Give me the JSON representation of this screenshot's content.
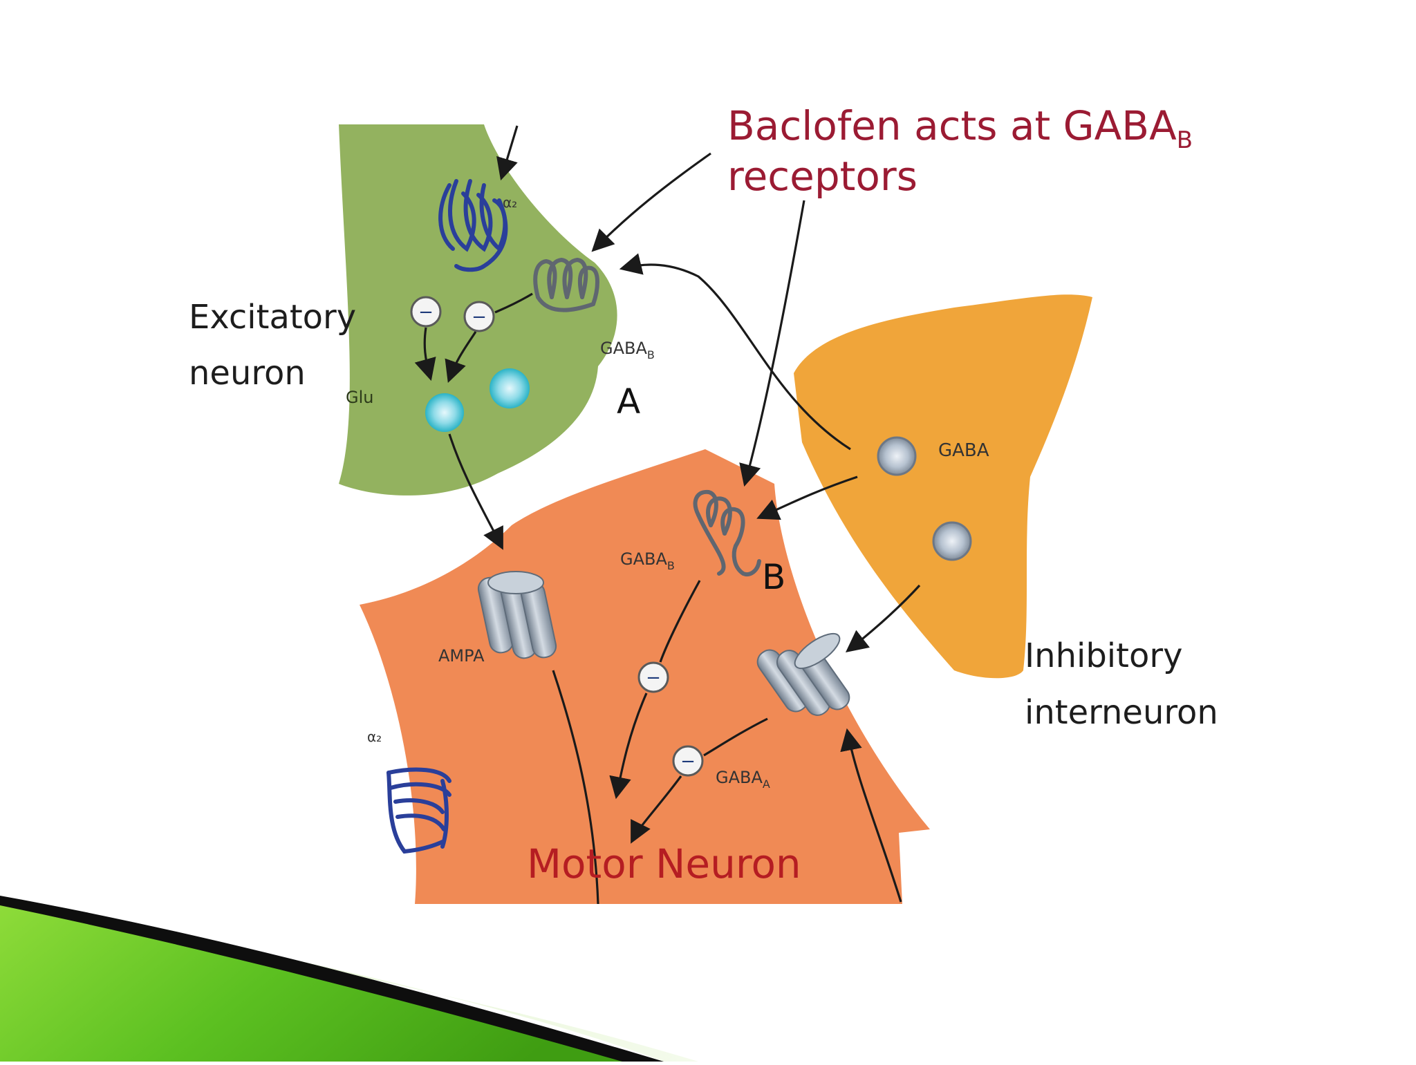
{
  "title": {
    "line1_main": "Baclofen acts at GABA",
    "line1_sub": "B",
    "line2": "receptors"
  },
  "labels": {
    "excitatory_neuron_line1": "Excitatory",
    "excitatory_neuron_line2": "neuron",
    "glu": "Glu",
    "alpha2_top": "α₂",
    "alpha2_bottom": "α₂",
    "gabab_a_main": "GABA",
    "gabab_a_sub": "B",
    "site_a": "A",
    "gaba": "GABA",
    "gabab_b_main": "GABA",
    "gabab_b_sub": "B",
    "site_b": "B",
    "ampa": "AMPA",
    "gabaa_main": "GABA",
    "gabaa_sub": "A",
    "inhibitory_line1": "Inhibitory",
    "inhibitory_line2": "interneuron",
    "motor_neuron": "Motor Neuron",
    "minus": "−"
  },
  "colors": {
    "excitatory_neuron": "#93b25f",
    "inhibitory_neuron": "#f0a53a",
    "motor_neuron": "#f08a55",
    "title_text": "#9b1b33",
    "motor_text": "#b51d22",
    "glu_vesicle": "#2ab3c6",
    "gaba_vesicle": "#9aa9ba",
    "alpha2_receptor": "#2a3f9a",
    "gabab_receptor": "#5f6670",
    "channel": "#9aa8b6",
    "accent_green": "#57b81c"
  }
}
